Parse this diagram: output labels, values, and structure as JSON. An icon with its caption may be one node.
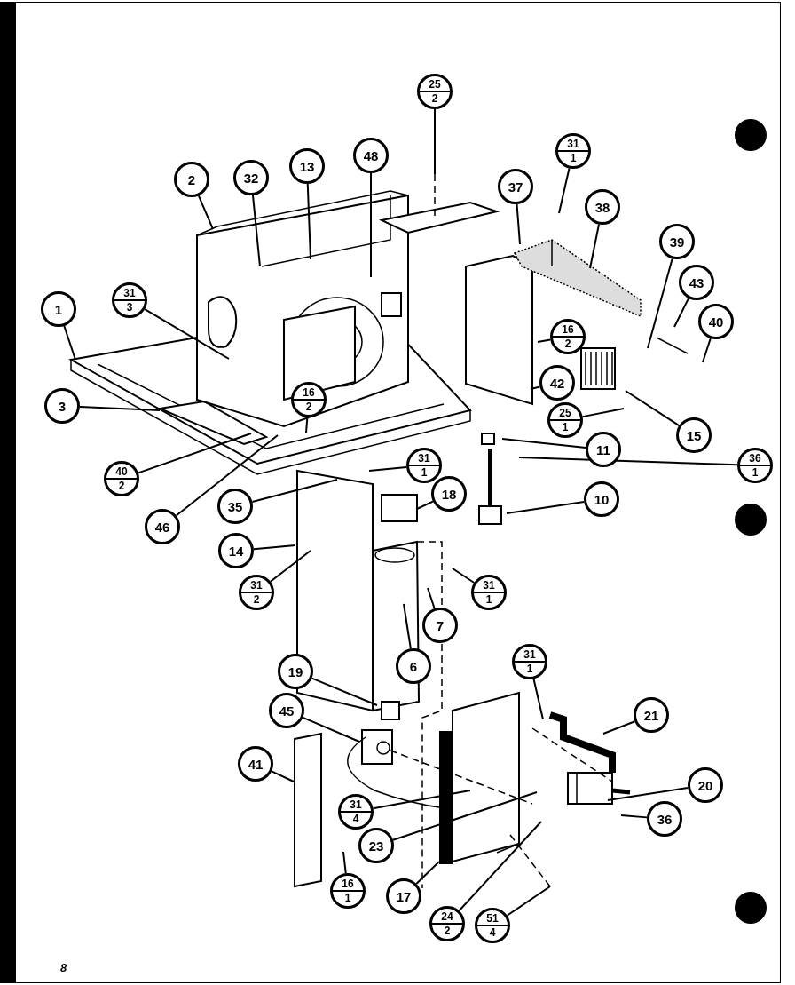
{
  "diagram": {
    "nodes": [
      {
        "text": [
          "25",
          "2"
        ]
      },
      {
        "text": [
          "31",
          "1"
        ]
      },
      {
        "text": [
          "48"
        ]
      },
      {
        "text": [
          "13"
        ]
      },
      {
        "text": [
          "32"
        ]
      },
      {
        "text": [
          "2"
        ]
      },
      {
        "text": [
          "37"
        ]
      },
      {
        "text": [
          "38"
        ]
      },
      {
        "text": [
          "39"
        ]
      },
      {
        "text": [
          "43"
        ]
      },
      {
        "text": [
          "31",
          "3"
        ]
      },
      {
        "text": [
          "1"
        ]
      },
      {
        "text": [
          "40"
        ]
      },
      {
        "text": [
          "16",
          "2"
        ]
      },
      {
        "text": [
          "42"
        ]
      },
      {
        "text": [
          "16",
          "2"
        ]
      },
      {
        "text": [
          "3"
        ]
      },
      {
        "text": [
          "25",
          "1"
        ]
      },
      {
        "text": [
          "15"
        ]
      },
      {
        "text": [
          "11"
        ]
      },
      {
        "text": [
          "31",
          "1"
        ]
      },
      {
        "text": [
          "36",
          "1"
        ]
      },
      {
        "text": [
          "40",
          "2"
        ]
      },
      {
        "text": [
          "18"
        ]
      },
      {
        "text": [
          "10"
        ]
      },
      {
        "text": [
          "35"
        ]
      },
      {
        "text": [
          "46"
        ]
      },
      {
        "text": [
          "14"
        ]
      },
      {
        "text": [
          "31",
          "2"
        ]
      },
      {
        "text": [
          "31",
          "1"
        ]
      },
      {
        "text": [
          "7"
        ]
      },
      {
        "text": [
          "6"
        ]
      },
      {
        "text": [
          "31",
          "1"
        ]
      },
      {
        "text": [
          "19"
        ]
      },
      {
        "text": [
          "45"
        ]
      },
      {
        "text": [
          "21"
        ]
      },
      {
        "text": [
          "41"
        ]
      },
      {
        "text": [
          "20"
        ]
      },
      {
        "text": [
          "31",
          "4"
        ]
      },
      {
        "text": [
          "36"
        ]
      },
      {
        "text": [
          "23"
        ]
      },
      {
        "text": [
          "16",
          "1"
        ]
      },
      {
        "text": [
          "17"
        ]
      },
      {
        "text": [
          "24",
          "2"
        ]
      },
      {
        "text": [
          "51",
          "4"
        ]
      }
    ],
    "edges": [
      {
        "from": 0,
        "to": null,
        "arrow": "none"
      },
      {
        "from": 1,
        "to": null,
        "arrow": "none"
      },
      {
        "from": 2,
        "to": null,
        "arrow": "none"
      },
      {
        "from": 3,
        "to": null,
        "arrow": "none"
      },
      {
        "from": 4,
        "to": null,
        "arrow": "none"
      },
      {
        "from": 5,
        "to": null,
        "arrow": "none"
      },
      {
        "from": 6,
        "to": null,
        "arrow": "none"
      },
      {
        "from": 7,
        "to": null,
        "arrow": "none"
      },
      {
        "from": 8,
        "to": null,
        "arrow": "none"
      },
      {
        "from": 9,
        "to": null,
        "arrow": "none"
      },
      {
        "from": 10,
        "to": null,
        "arrow": "none"
      },
      {
        "from": 11,
        "to": null,
        "arrow": "none"
      },
      {
        "from": 12,
        "to": null,
        "arrow": "none"
      },
      {
        "from": 13,
        "to": null,
        "arrow": "none"
      },
      {
        "from": 14,
        "to": null,
        "arrow": "none"
      },
      {
        "from": 15,
        "to": null,
        "arrow": "none"
      },
      {
        "from": 16,
        "to": null,
        "arrow": "none"
      },
      {
        "from": 17,
        "to": null,
        "arrow": "none"
      },
      {
        "from": 18,
        "to": null,
        "arrow": "none"
      },
      {
        "from": 19,
        "to": null,
        "arrow": "none"
      },
      {
        "from": 20,
        "to": null,
        "arrow": "none"
      },
      {
        "from": 21,
        "to": null,
        "arrow": "none"
      },
      {
        "from": 22,
        "to": null,
        "arrow": "none"
      },
      {
        "from": 23,
        "to": null,
        "arrow": "none"
      },
      {
        "from": 24,
        "to": null,
        "arrow": "none"
      },
      {
        "from": 25,
        "to": null,
        "arrow": "none"
      },
      {
        "from": 26,
        "to": null,
        "arrow": "none"
      },
      {
        "from": 27,
        "to": null,
        "arrow": "none"
      },
      {
        "from": 28,
        "to": null,
        "arrow": "none"
      },
      {
        "from": 29,
        "to": null,
        "arrow": "none"
      },
      {
        "from": 30,
        "to": null,
        "arrow": "none"
      },
      {
        "from": 31,
        "to": null,
        "arrow": "none"
      },
      {
        "from": 32,
        "to": null,
        "arrow": "none"
      },
      {
        "from": 33,
        "to": null,
        "arrow": "none"
      },
      {
        "from": 34,
        "to": null,
        "arrow": "none"
      },
      {
        "from": 35,
        "to": null,
        "arrow": "none"
      },
      {
        "from": 36,
        "to": null,
        "arrow": "none"
      },
      {
        "from": 37,
        "to": null,
        "arrow": "none"
      },
      {
        "from": 38,
        "to": null,
        "arrow": "none"
      },
      {
        "from": 39,
        "to": null,
        "arrow": "none"
      },
      {
        "from": 40,
        "to": null,
        "arrow": "none"
      },
      {
        "from": 41,
        "to": null,
        "arrow": "none"
      },
      {
        "from": 42,
        "to": null,
        "arrow": "none"
      },
      {
        "from": 43,
        "to": null,
        "arrow": "none"
      },
      {
        "from": 44,
        "to": null,
        "arrow": "none"
      }
    ],
    "labels": [
      "8"
    ]
  }
}
